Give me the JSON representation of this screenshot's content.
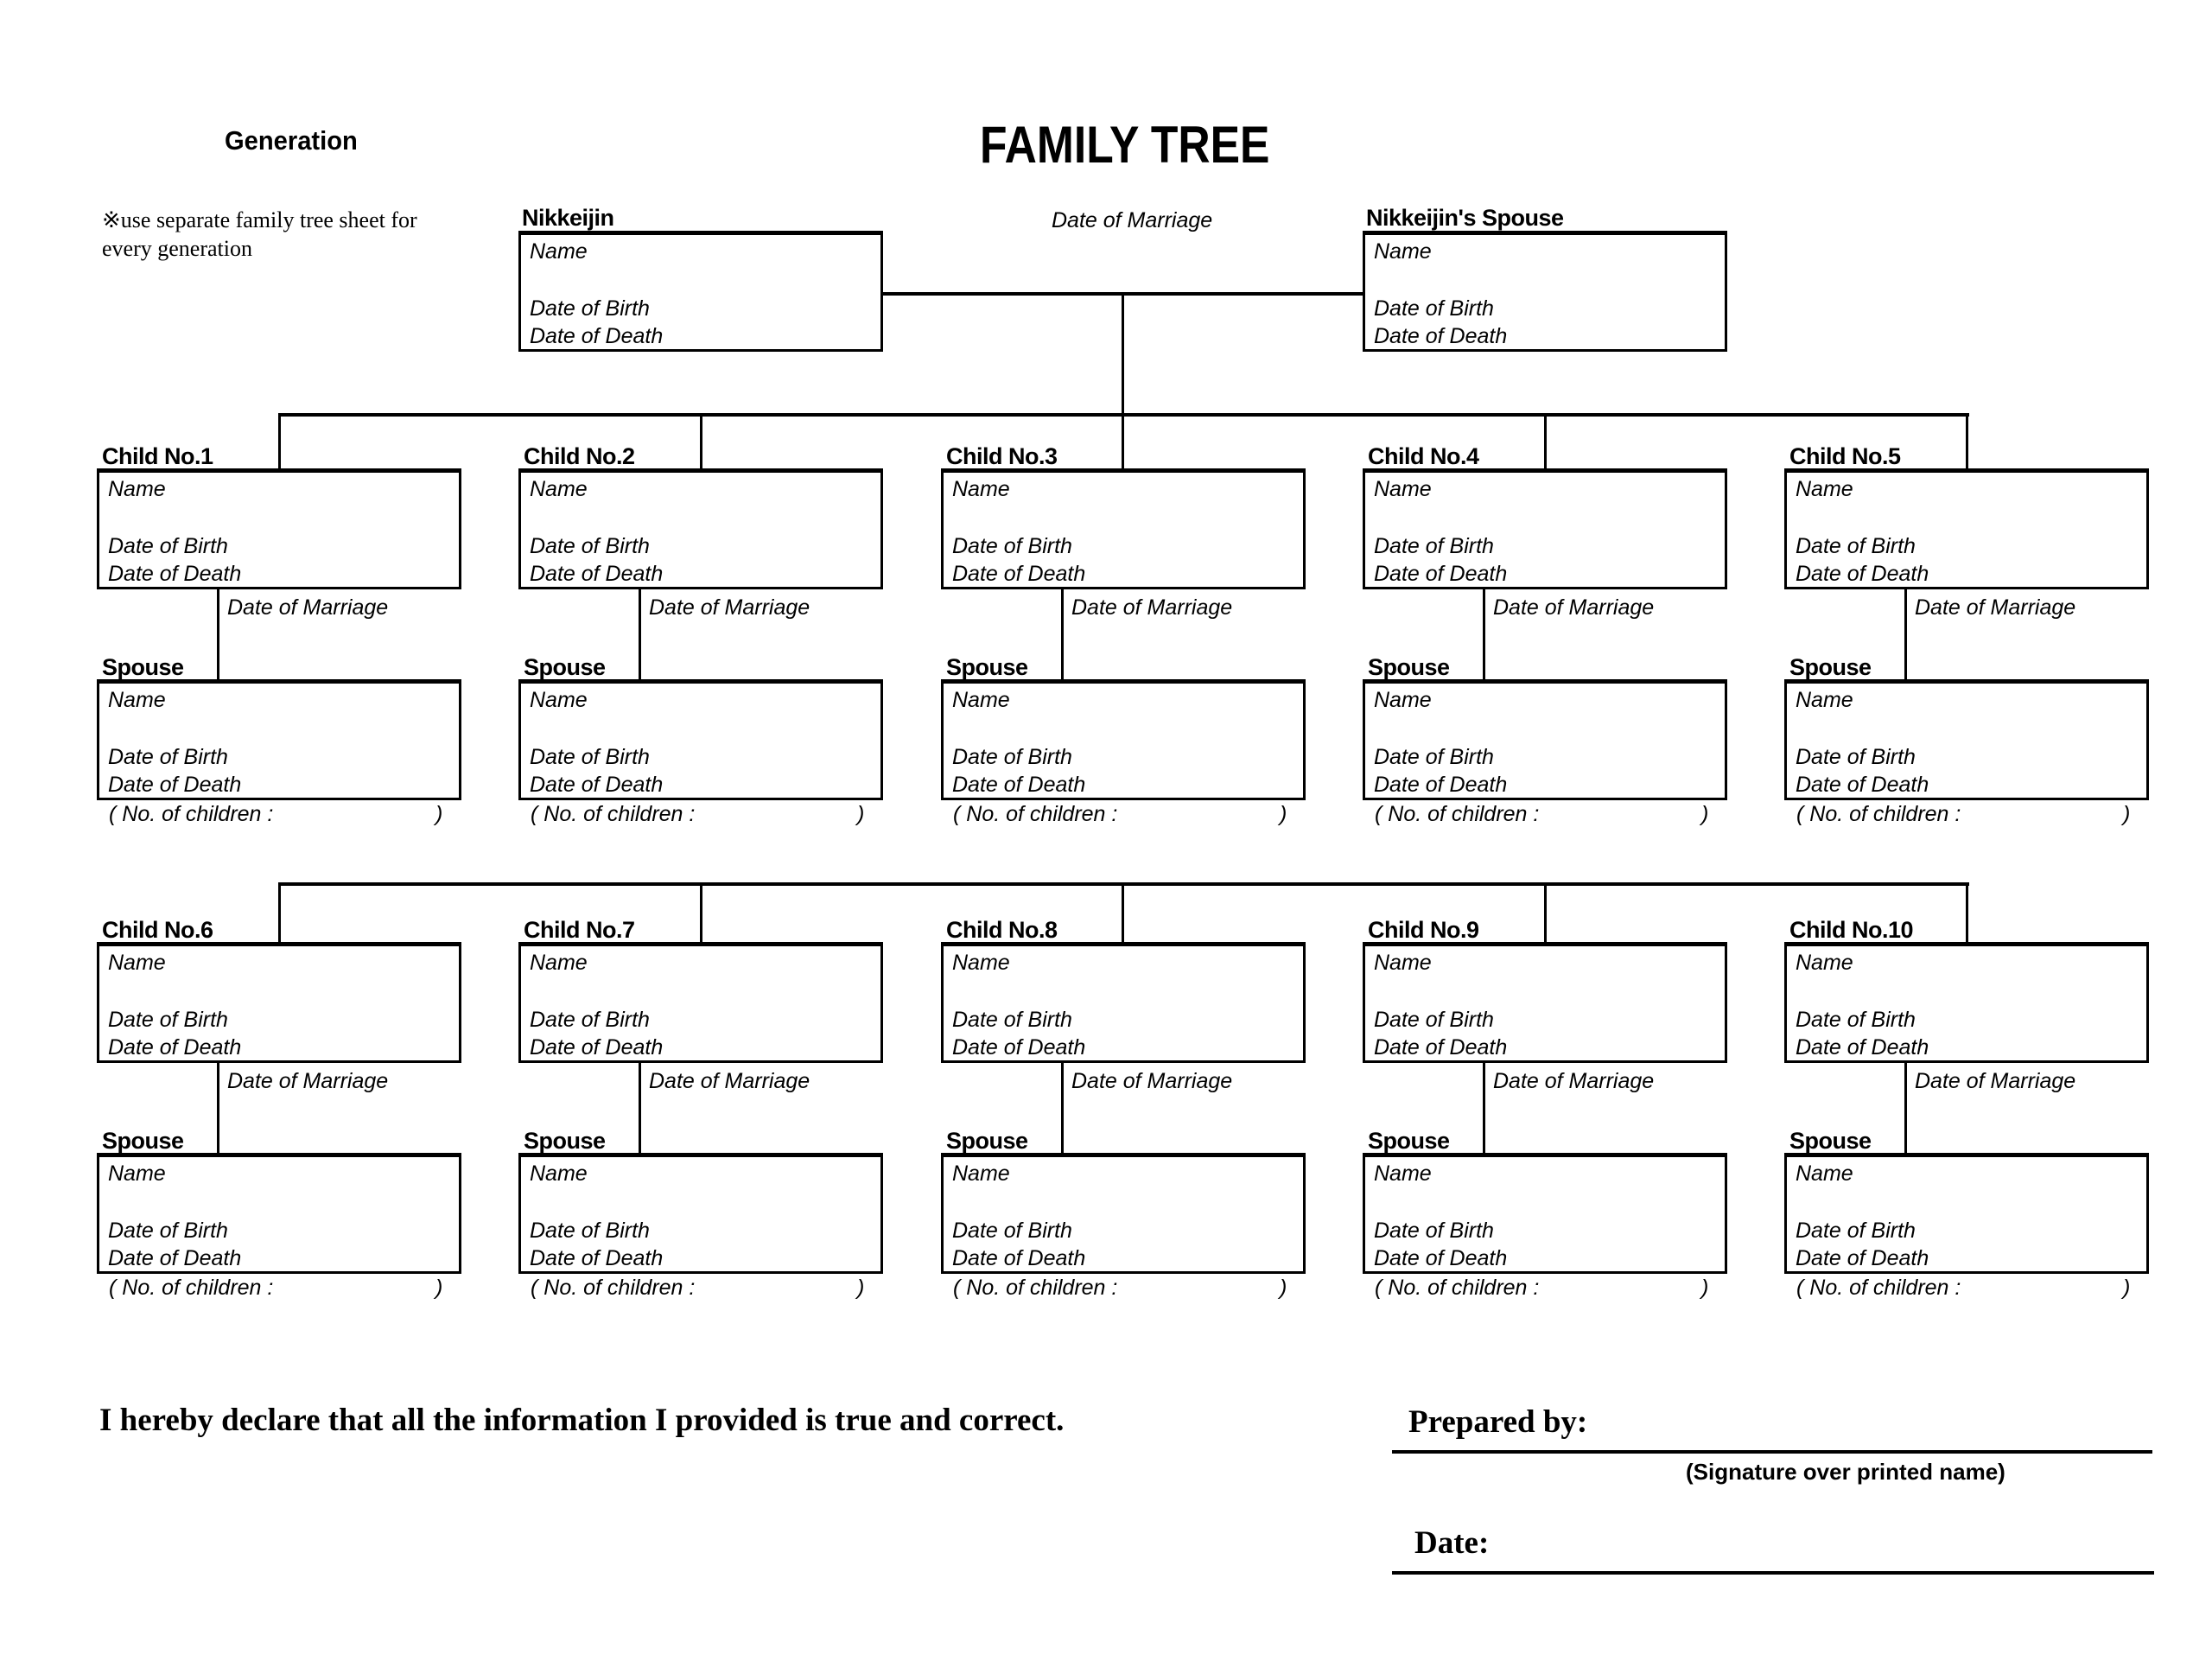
{
  "header": {
    "generation_label": "Generation",
    "title": "FAMILY TREE",
    "note_line1": "※use separate family tree sheet for",
    "note_line2": "every generation"
  },
  "labels": {
    "name": "Name",
    "dob": "Date of Birth",
    "dod": "Date of Death",
    "marriage": "Date of Marriage",
    "spouse": "Spouse",
    "children_open": "( No. of children :",
    "children_close": ")"
  },
  "parents": {
    "person_label": "Nikkeijin",
    "spouse_label": "Nikkeijin's Spouse",
    "marriage_label": "Date of Marriage"
  },
  "children": [
    {
      "label": "Child No.1"
    },
    {
      "label": "Child No.2"
    },
    {
      "label": "Child No.3"
    },
    {
      "label": "Child No.4"
    },
    {
      "label": "Child No.5"
    },
    {
      "label": "Child No.6"
    },
    {
      "label": "Child No.7"
    },
    {
      "label": "Child No.8"
    },
    {
      "label": "Child No.9"
    },
    {
      "label": "Child No.10"
    }
  ],
  "footer": {
    "declaration": "I hereby declare that all the information I provided is true and correct.",
    "prepared_by": "Prepared by:",
    "signature_note": "(Signature over printed name)",
    "date_label": "Date:"
  }
}
